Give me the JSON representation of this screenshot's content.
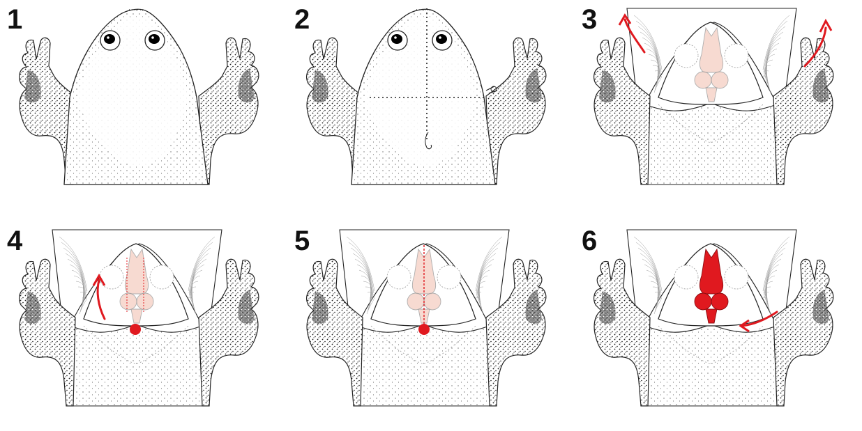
{
  "colors": {
    "outline": "#222222",
    "stipple": "#1a1a1a",
    "red": "#e0191f",
    "pale_red": "#f6d2c6",
    "grey_line": "#9a9a9a"
  },
  "panels": [
    {
      "label": "1",
      "step": "intact",
      "icons": [
        "frog-head-icon",
        "eye-icon",
        "hand-icon"
      ]
    },
    {
      "label": "2",
      "step": "incision-lines",
      "icons": [
        "dotted-incision-icon",
        "scissors-icon"
      ]
    },
    {
      "label": "3",
      "step": "skin-flaps-retracted",
      "icons": [
        "curved-arrow-icon",
        "brain-ghost-icon"
      ]
    },
    {
      "label": "4",
      "step": "skull-cut",
      "icons": [
        "curved-arrow-icon",
        "red-dot-icon"
      ]
    },
    {
      "label": "5",
      "step": "midline-cut",
      "icons": [
        "red-dashed-line-icon",
        "red-dot-icon"
      ]
    },
    {
      "label": "6",
      "step": "brain-exposed",
      "icons": [
        "brain-icon",
        "curved-arrow-icon"
      ]
    }
  ]
}
